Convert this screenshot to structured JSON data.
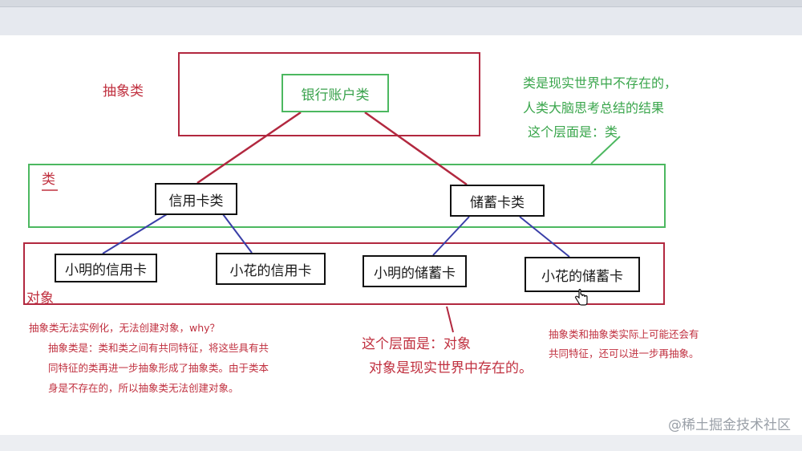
{
  "labels": {
    "abstract_class": "抽象类",
    "class_layer": "类",
    "object_layer": "对象"
  },
  "boxes": {
    "bank_account": "银行账户类",
    "credit_card": "信用卡类",
    "savings_card": "储蓄卡类",
    "xiaoming_credit": "小明的信用卡",
    "xiaohua_credit": "小花的信用卡",
    "xiaoming_savings": "小明的储蓄卡",
    "xiaohua_savings": "小花的储蓄卡"
  },
  "notes": {
    "class_note": [
      "类是现实世界中不存在的，",
      "人类大脑思考总结的结果",
      "这个层面是：类"
    ],
    "abstract_note_title": "抽象类无法实例化，无法创建对象，why？",
    "abstract_note_body": [
      "抽象类是：类和类之间有共同特征，将这些具有共",
      "同特征的类再进一步抽象形成了抽象类。由于类本",
      "身是不存在的，所以抽象类无法创建对象。"
    ],
    "object_note": [
      "这个层面是：对象",
      "对象是现实世界中存在的。"
    ],
    "abstract_more_note": [
      "抽象类和抽象类实际上可能还会有",
      "共同特征，还可以进一步再抽象。"
    ]
  },
  "watermark": "@稀土掘金技术社区",
  "colors": {
    "red": "#b2283f",
    "green": "#4cb860",
    "blue_link": "#3a3fa8",
    "black": "#111111"
  },
  "icons": {
    "cursor": "hand-pointer-icon"
  }
}
